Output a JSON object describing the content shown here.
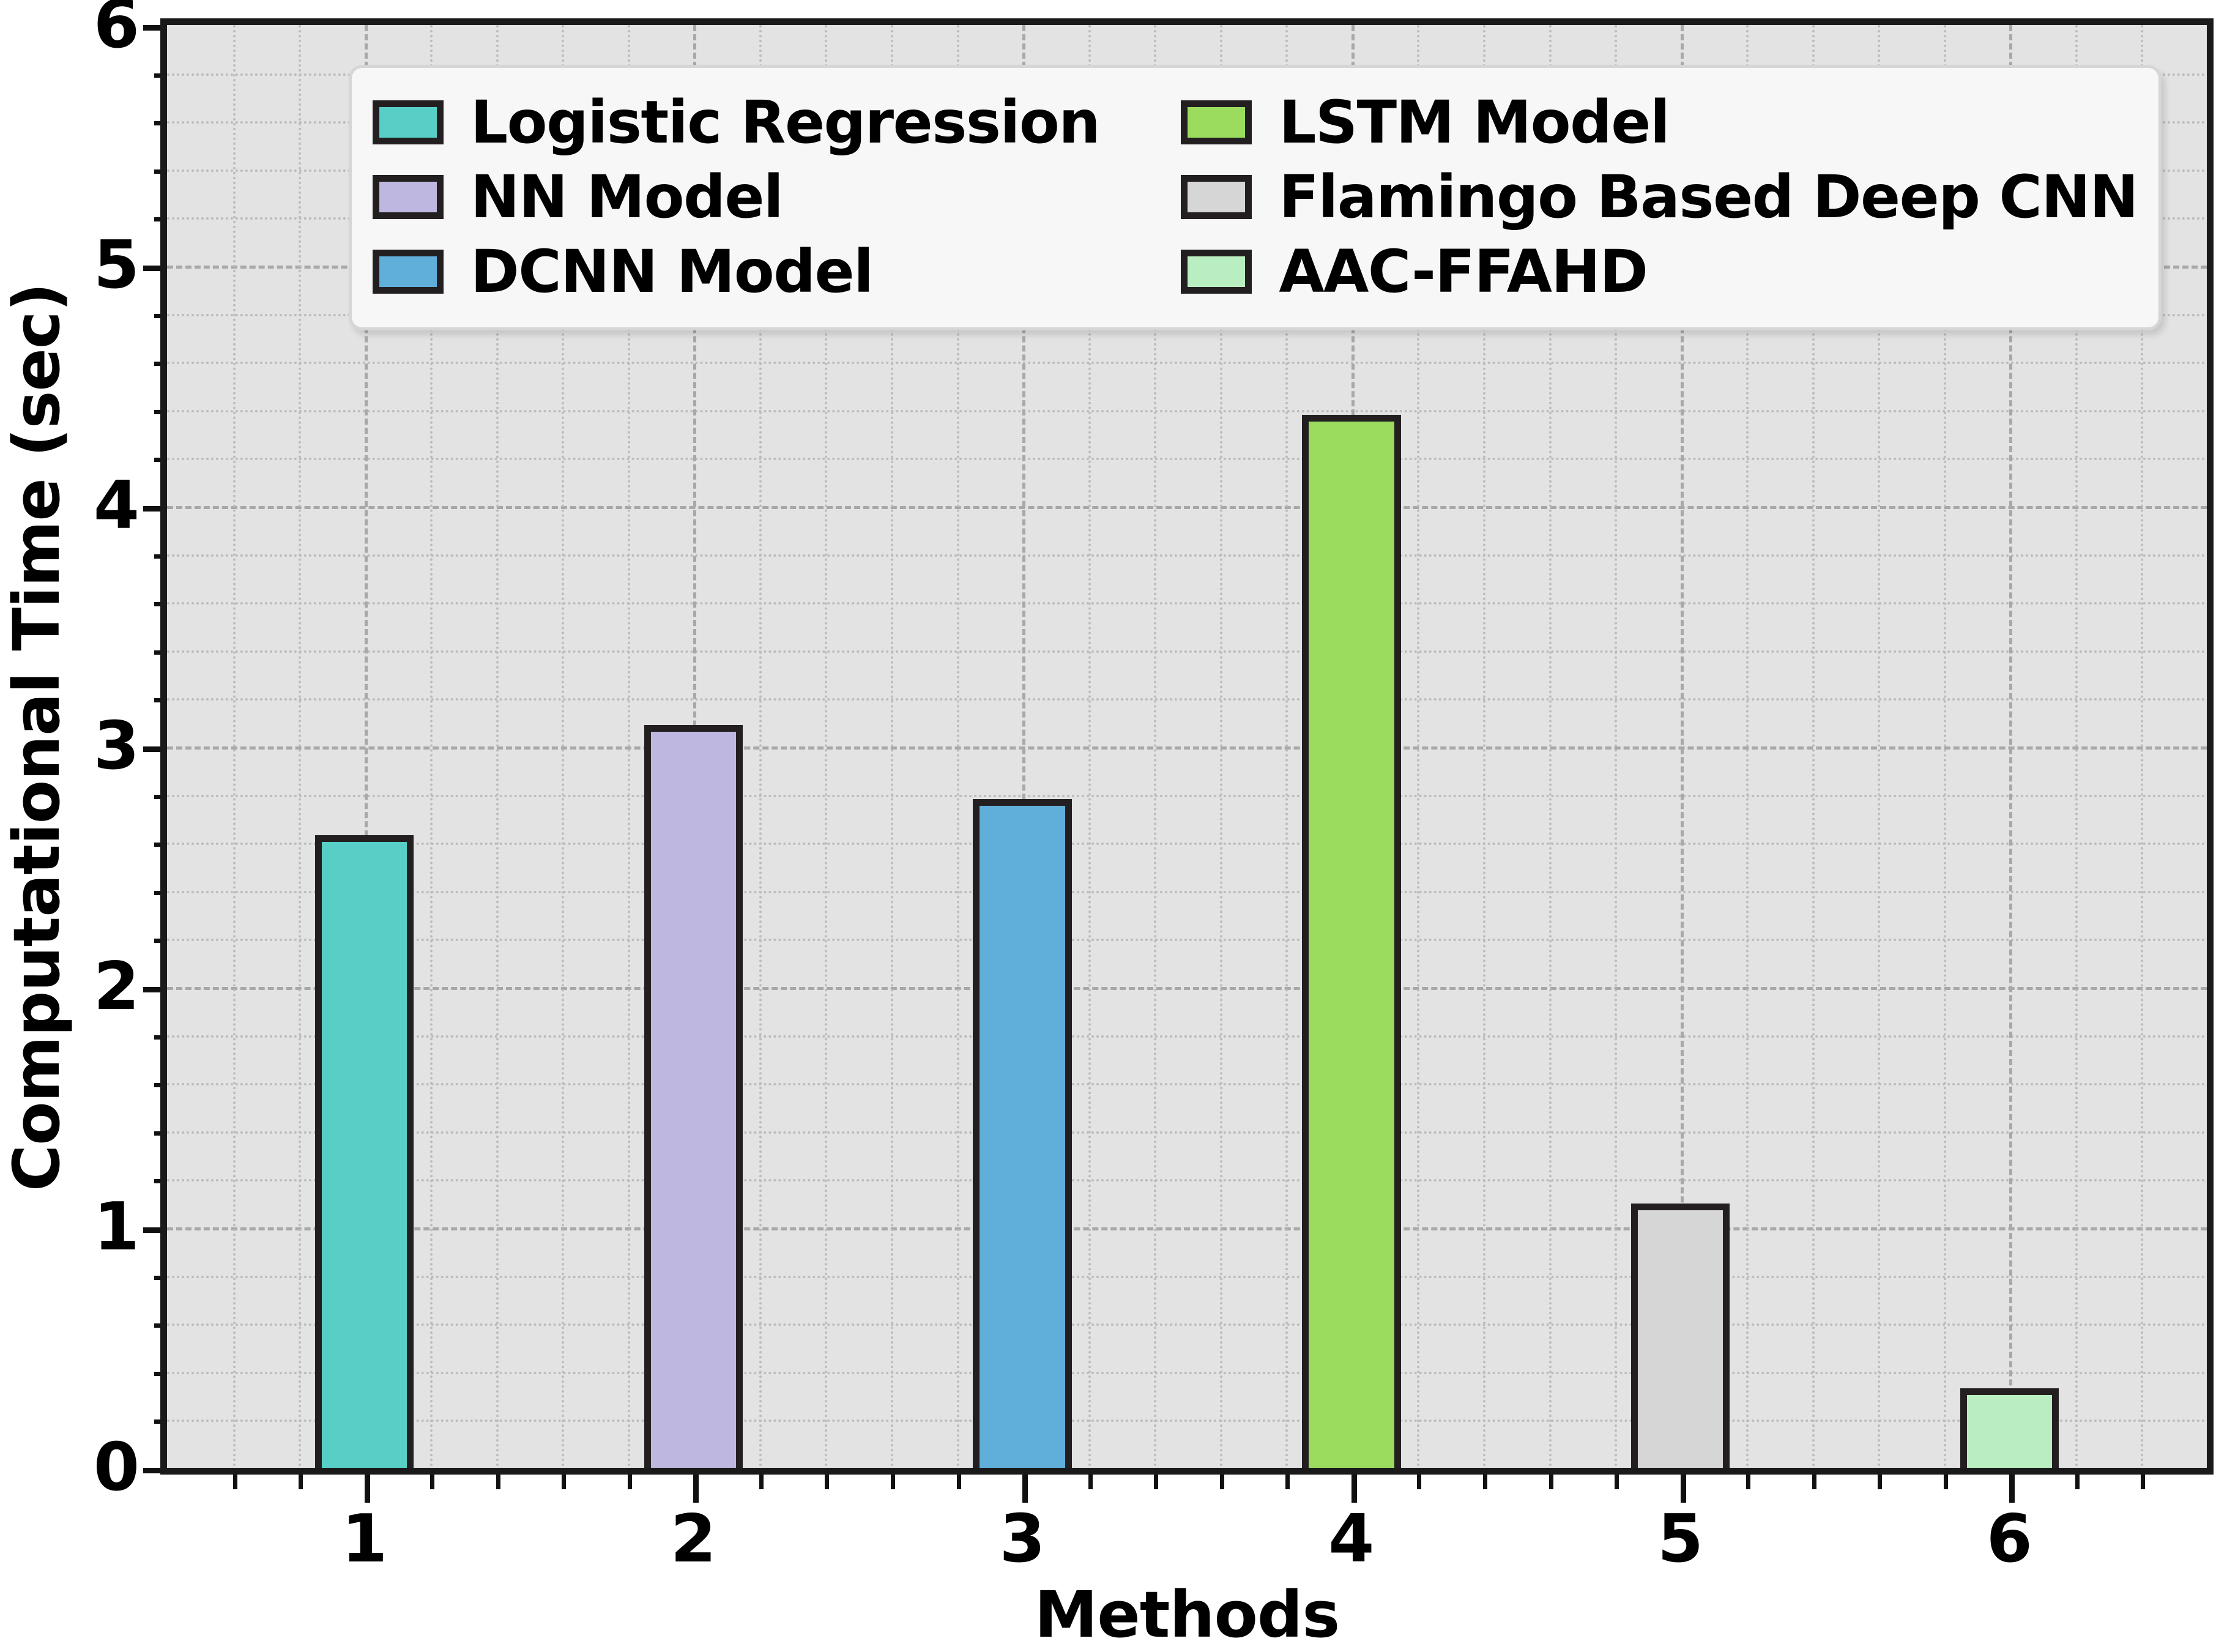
{
  "chart_data": {
    "type": "bar",
    "title": "",
    "xlabel": "Methods",
    "ylabel": "Computational Time (sec)",
    "categories": [
      "1",
      "2",
      "3",
      "4",
      "5",
      "6"
    ],
    "values": [
      2.63,
      3.09,
      2.78,
      4.38,
      1.1,
      0.33
    ],
    "series": [
      {
        "name": "Logistic Regression",
        "value": 2.63,
        "color": "#57cfc6"
      },
      {
        "name": "NN Model",
        "value": 3.09,
        "color": "#beb8e0"
      },
      {
        "name": "DCNN Model",
        "value": 2.78,
        "color": "#5fafda"
      },
      {
        "name": "LSTM Model",
        "value": 4.38,
        "color": "#9bdc5f"
      },
      {
        "name": "Flamingo Based Deep CNN",
        "value": 1.1,
        "color": "#d6d6d6"
      },
      {
        "name": "AAC-FFAHD",
        "value": 0.33,
        "color": "#b8eec0"
      }
    ],
    "ylim": [
      0,
      6
    ],
    "xlim": [
      0.4,
      6.6
    ],
    "ytick_labels": [
      "0",
      "1",
      "2",
      "3",
      "4",
      "5",
      "6"
    ],
    "ytick_values": [
      0,
      1,
      2,
      3,
      4,
      5,
      6
    ],
    "xtick_labels": [
      "1",
      "2",
      "3",
      "4",
      "5",
      "6"
    ],
    "xtick_values": [
      1,
      2,
      3,
      4,
      5,
      6
    ],
    "grid": true,
    "minor_grid": true,
    "legend_position": "upper center",
    "legend_ncol": 2,
    "plot_background": "#e3e3e3",
    "bar_edge_color": "#231f20"
  },
  "legend": {
    "entries": [
      {
        "label": "Logistic Regression",
        "color": "#57cfc6"
      },
      {
        "label": "LSTM Model",
        "color": "#9bdc5f"
      },
      {
        "label": "NN Model",
        "color": "#beb8e0"
      },
      {
        "label": "Flamingo Based Deep CNN",
        "color": "#d6d6d6"
      },
      {
        "label": "DCNN Model",
        "color": "#5fafda"
      },
      {
        "label": "AAC-FFAHD",
        "color": "#b8eec0"
      }
    ]
  },
  "axes": {
    "x_title": "Methods",
    "y_title": "Computational Time (sec)"
  }
}
